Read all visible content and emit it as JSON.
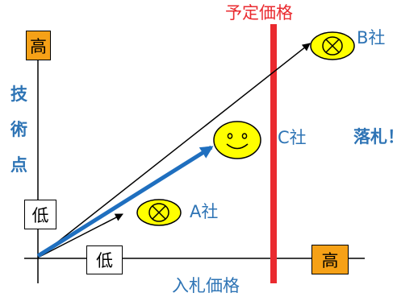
{
  "colors": {
    "blue_text": "#2e74b5",
    "red_line": "#ea2a2f",
    "orange_box": "#f6a117",
    "yellow_face": "#ffff00",
    "blue_arrow": "#1f6fbf",
    "black": "#000000"
  },
  "labels": {
    "planned_price": "予定価格",
    "bid_price": "入札価格",
    "tech_score_chars": [
      "技",
      "術",
      "点"
    ],
    "company_a": "A社",
    "company_b": "B社",
    "company_c": "C社",
    "winning_bid": "落札！",
    "y_high": "高",
    "y_low": "低",
    "x_low": "低",
    "x_high": "高"
  },
  "icons": {
    "company_a_marker": "crossed-circle-icon",
    "company_b_marker": "crossed-circle-icon",
    "company_c_marker": "smiley-face-icon"
  }
}
